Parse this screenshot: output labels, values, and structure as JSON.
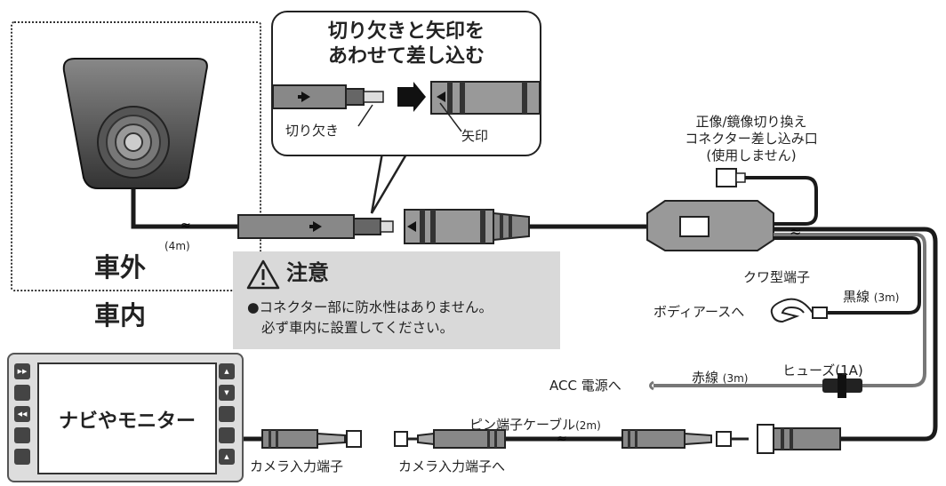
{
  "callout": {
    "title_line1": "切り欠きと矢印を",
    "title_line2": "あわせて差し込む",
    "notch_label": "切り欠き",
    "arrow_label": "矢印"
  },
  "zones": {
    "outside": "車外",
    "inside": "車内"
  },
  "camera_cable_length": "(4m)",
  "caution": {
    "title": "注意",
    "line1": "●コネクター部に防水性はありません。",
    "line2": "必ず車内に設置してください。"
  },
  "mirror_connector": {
    "line1": "正像/鏡像切り換え",
    "line2": "コネクター差し込み口",
    "line3": "(使用しません)"
  },
  "ground": {
    "terminal": "クワ型端子",
    "wire": "黒線",
    "wire_len": "(3m)",
    "target": "ボディアースへ"
  },
  "acc": {
    "target": "ACC 電源へ",
    "wire": "赤線",
    "wire_len": "(3m)",
    "fuse": "ヒューズ(1A)"
  },
  "pin_cable": {
    "label": "ピン端子ケーブル",
    "len": "(2m)"
  },
  "monitor": {
    "screen_text": "ナビやモニター",
    "input_label": "カメラ入力端子",
    "to_input_label": "カメラ入力端子へ"
  },
  "colors": {
    "wire": "#1a1a1a",
    "caution_bg": "#d9d9d9",
    "connector_gray": "#888888"
  }
}
